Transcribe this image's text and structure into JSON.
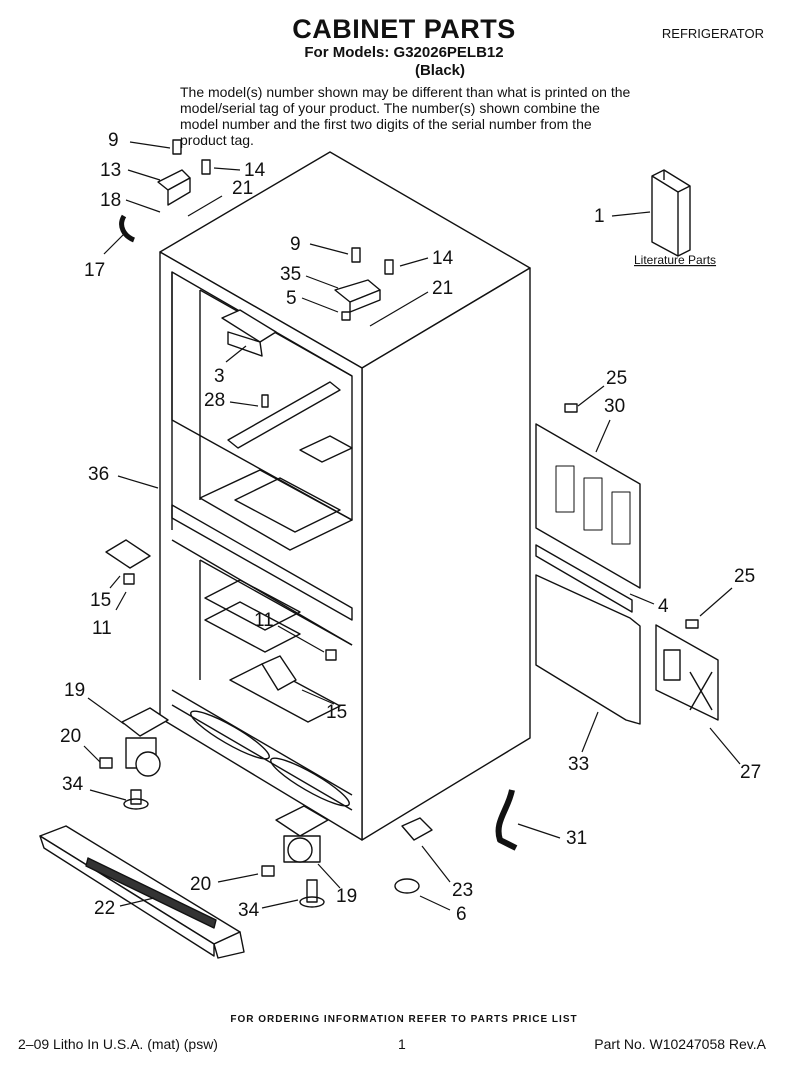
{
  "header": {
    "title": "CABINET PARTS",
    "models": "For Models: G32026PELB12",
    "variant": "(Black)",
    "category": "REFRIGERATOR",
    "note": "The model(s) number shown may be different than what is printed on the model/serial tag of your product. The number(s) shown combine the model number and the first two digits of the serial number from the product tag."
  },
  "diagram": {
    "literature_label": "Literature Parts",
    "callouts": {
      "c9a": "9",
      "c13": "13",
      "c14a": "14",
      "c18": "18",
      "c21a": "21",
      "c17": "17",
      "c9b": "9",
      "c14b": "14",
      "c35": "35",
      "c5": "5",
      "c21b": "21",
      "c1": "1",
      "c3": "3",
      "c28": "28",
      "c36": "36",
      "c25a": "25",
      "c30": "30",
      "c15a": "15",
      "c11a": "11",
      "c11b": "11",
      "c15b": "15",
      "c4": "4",
      "c25b": "25",
      "c19a": "19",
      "c20a": "20",
      "c34a": "34",
      "c33": "33",
      "c27": "27",
      "c31": "31",
      "c20b": "20",
      "c19b": "19",
      "c23": "23",
      "c22": "22",
      "c34b": "34",
      "c6": "6"
    }
  },
  "footer": {
    "order_info": "FOR ORDERING INFORMATION REFER TO PARTS PRICE LIST",
    "litho": "2–09 Litho In U.S.A. (mat) (psw)",
    "page": "1",
    "part_number": "Part No. W10247058 Rev.A"
  }
}
